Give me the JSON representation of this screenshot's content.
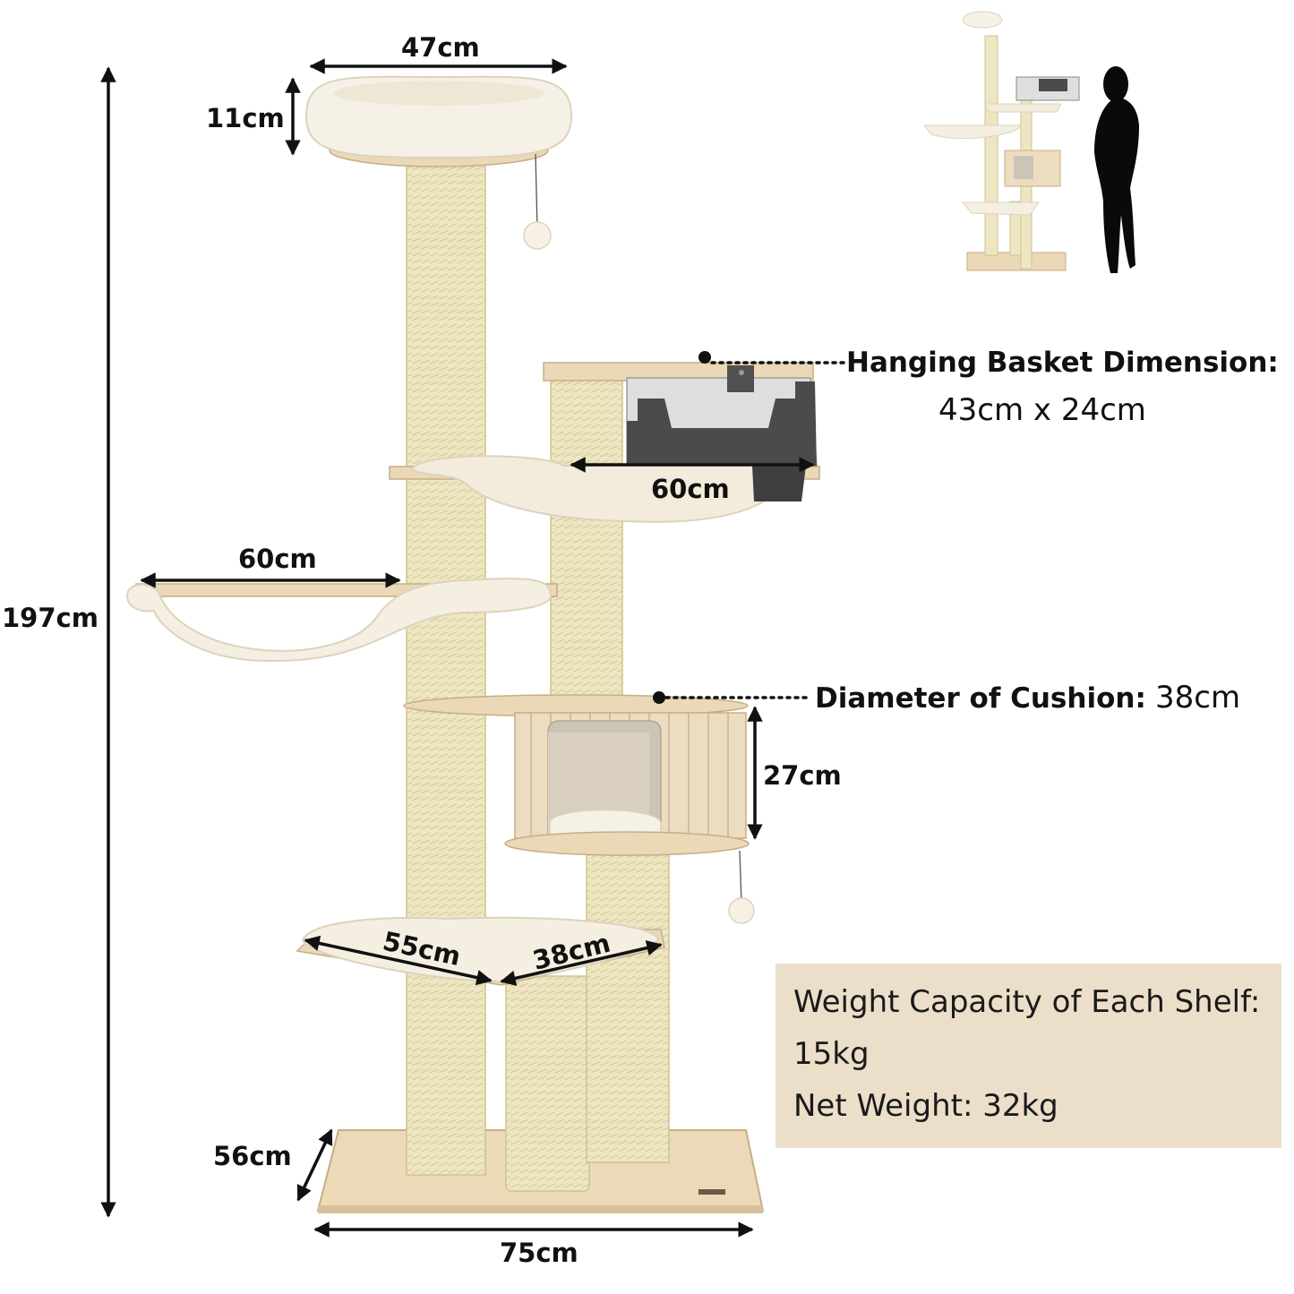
{
  "dimensions": {
    "total_height": "197cm",
    "top_perch_width": "47cm",
    "top_perch_height": "11cm",
    "upper_hammock_width": "60cm",
    "left_hammock_width": "60cm",
    "condo_height": "27cm",
    "platform_length": "55cm",
    "platform_width": "38cm",
    "base_depth": "56cm",
    "base_width": "75cm"
  },
  "callouts": {
    "basket_title": "Hanging Basket Dimension:",
    "basket_value": "43cm x 24cm",
    "cushion_title": "Diameter of Cushion:",
    "cushion_value": "38cm"
  },
  "info_box": {
    "line1": "Weight Capacity of Each Shelf:",
    "line2": "15kg",
    "line3": "Net Weight: 32kg"
  },
  "colors": {
    "background": "#ffffff",
    "sisal": "#eee6c2",
    "plush": "#f5efe2",
    "wood": "#ead9bd",
    "felt": "#4a4a4a",
    "info_box": "#ecdfca",
    "arrow": "#111111"
  }
}
